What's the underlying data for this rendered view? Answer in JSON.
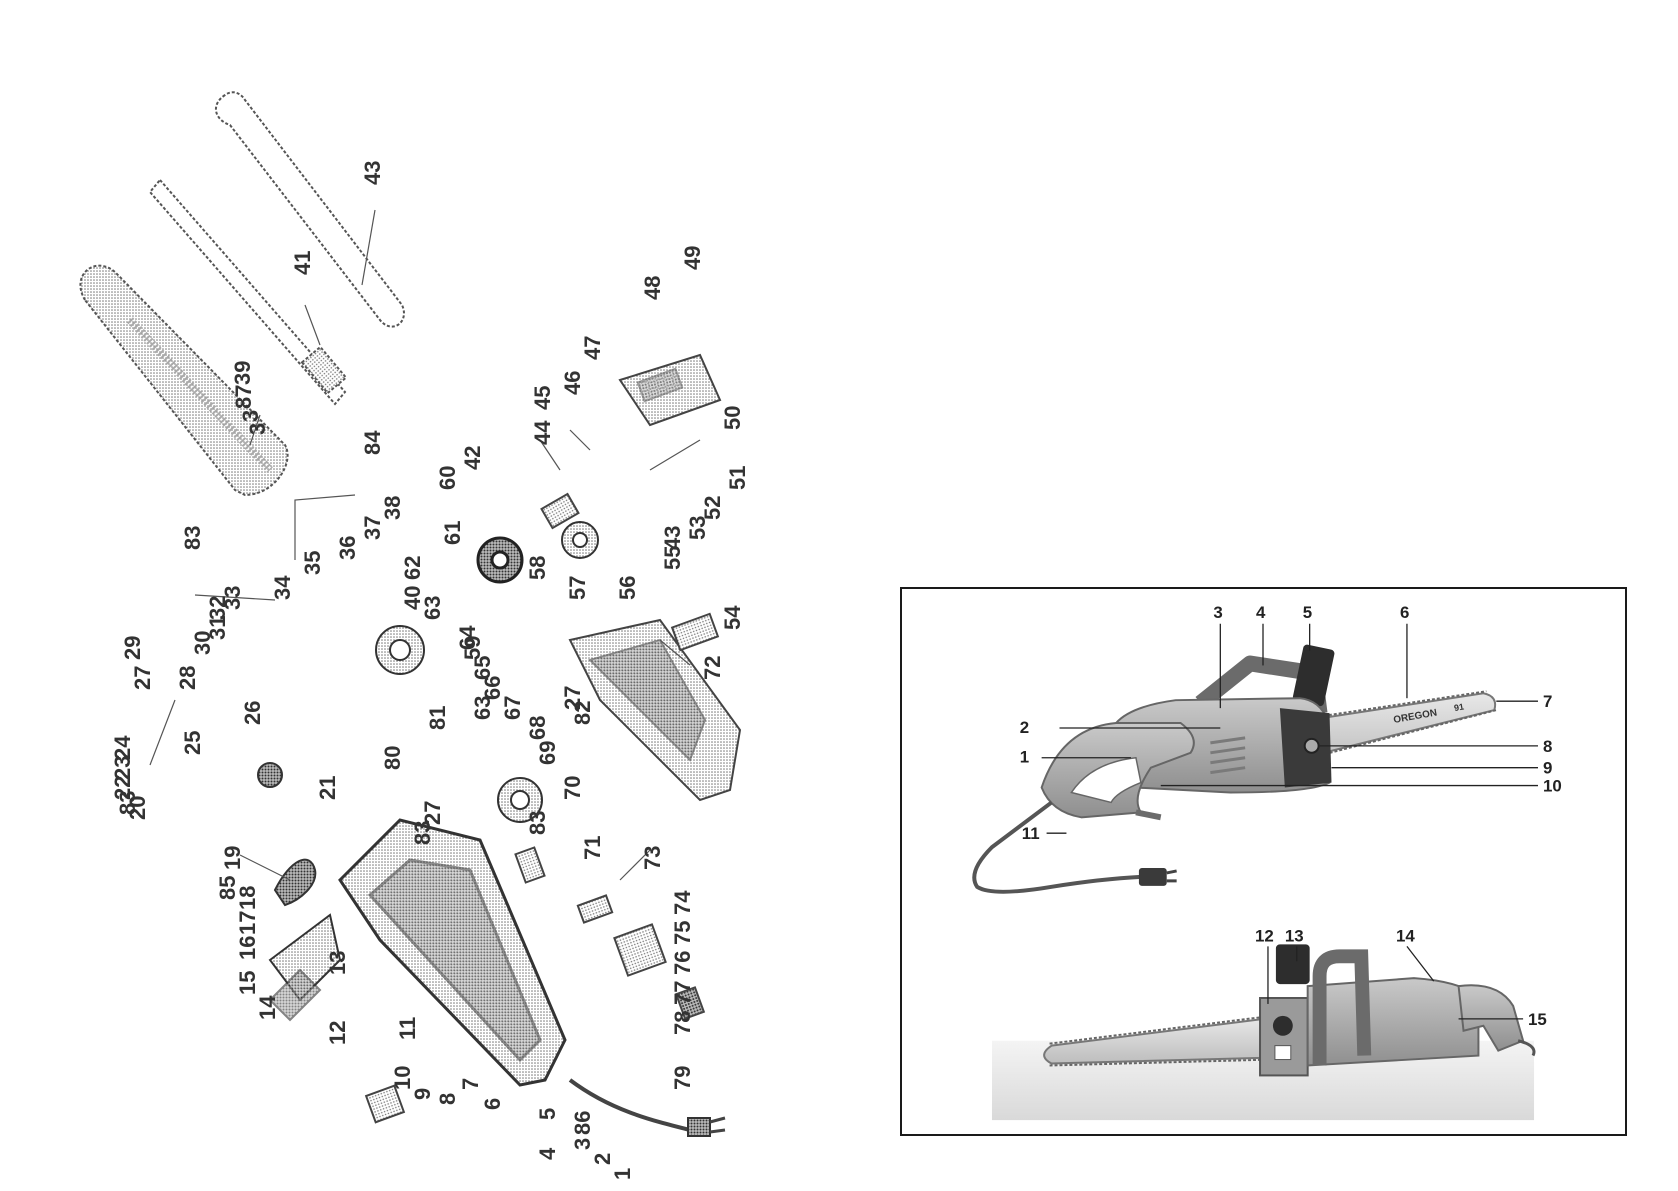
{
  "exploded_view": {
    "part_numbers": [
      "1",
      "2",
      "3",
      "4",
      "5",
      "6",
      "7",
      "8",
      "9",
      "10",
      "11",
      "12",
      "13",
      "14",
      "15",
      "16",
      "17",
      "18",
      "19",
      "20",
      "21",
      "22",
      "23",
      "24",
      "25",
      "26",
      "27",
      "27",
      "27",
      "28",
      "29",
      "30",
      "31",
      "32",
      "33",
      "34",
      "35",
      "36",
      "37",
      "38",
      "39",
      "40",
      "41",
      "42",
      "43",
      "43",
      "44",
      "45",
      "46",
      "47",
      "48",
      "49",
      "50",
      "51",
      "52",
      "53",
      "54",
      "55",
      "56",
      "57",
      "58",
      "59",
      "60",
      "61",
      "62",
      "63",
      "63",
      "64",
      "65",
      "66",
      "67",
      "68",
      "69",
      "70",
      "71",
      "72",
      "73",
      "74",
      "75",
      "76",
      "77",
      "78",
      "79",
      "80",
      "81",
      "82",
      "83",
      "83",
      "83",
      "83",
      "84",
      "85",
      "86",
      "87",
      "3",
      "3"
    ]
  },
  "overview": {
    "callouts": [
      "1",
      "2",
      "3",
      "4",
      "5",
      "6",
      "7",
      "8",
      "9",
      "10",
      "11",
      "12",
      "13",
      "14",
      "15"
    ],
    "bar_brand": "OREGON",
    "bar_model": "91"
  }
}
